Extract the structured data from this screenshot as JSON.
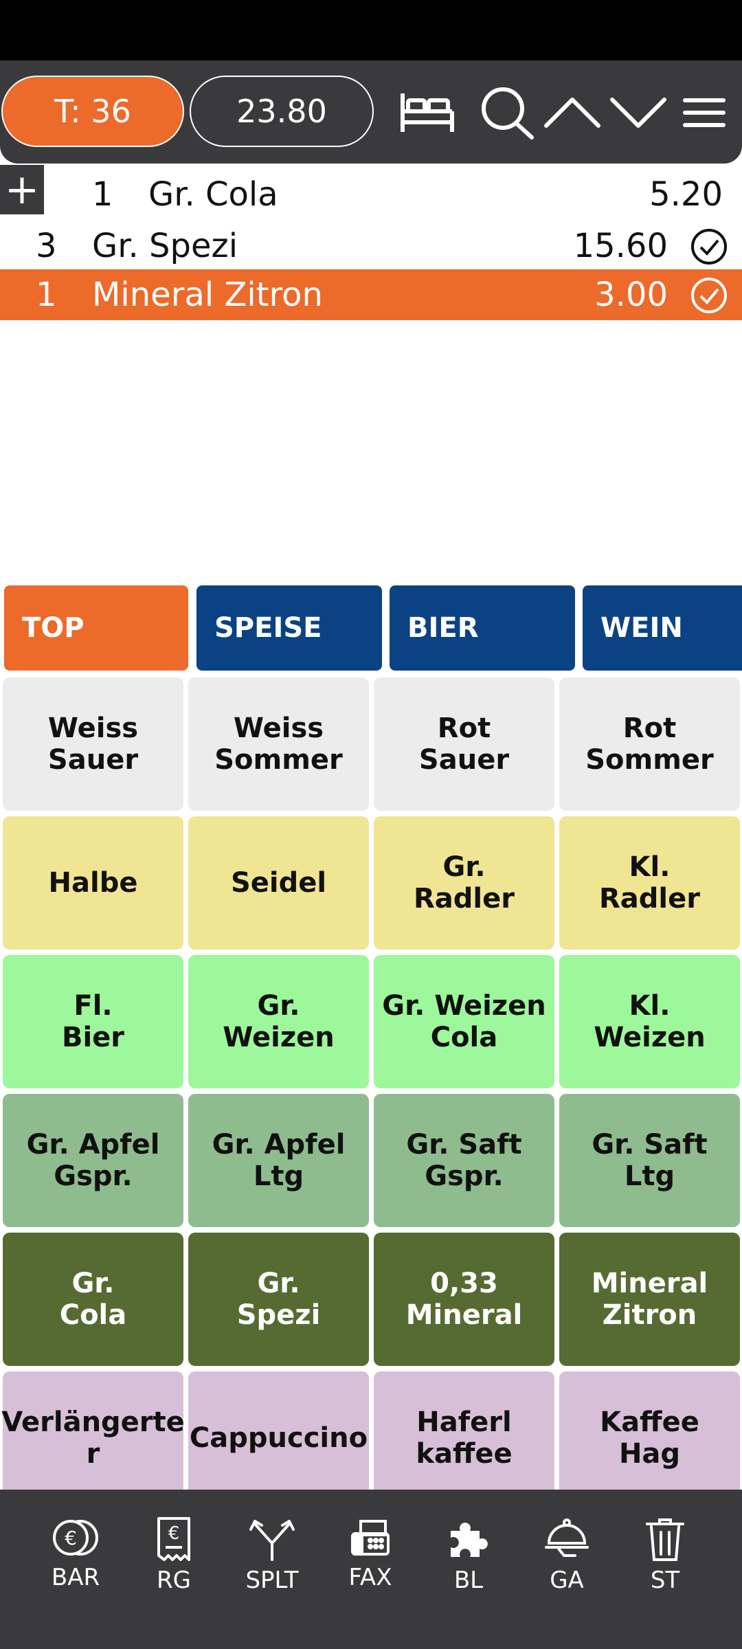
{
  "header": {
    "table_label": "T: 36",
    "total": "23.80"
  },
  "order": {
    "rows": [
      {
        "qty": "1",
        "name": "Gr. Cola",
        "price": "5.20",
        "confirmed": false,
        "selected": false
      },
      {
        "qty": "3",
        "name": "Gr. Spezi",
        "price": "15.60",
        "confirmed": true,
        "selected": false
      },
      {
        "qty": "1",
        "name": "Mineral Zitron",
        "price": "3.00",
        "confirmed": true,
        "selected": true
      }
    ]
  },
  "categories": [
    {
      "label": "TOP",
      "color": "#ec6a2a",
      "active": true
    },
    {
      "label": "SPEISE",
      "color": "#0b4283",
      "active": false
    },
    {
      "label": "BIER",
      "color": "#0b4283",
      "active": false
    },
    {
      "label": "WEIN",
      "color": "#0b4283",
      "active": false
    }
  ],
  "products": [
    {
      "label": "Weiss\nSauer",
      "color": "#ececec"
    },
    {
      "label": "Weiss\nSommer",
      "color": "#ececec"
    },
    {
      "label": "Rot\nSauer",
      "color": "#ececec"
    },
    {
      "label": "Rot\nSommer",
      "color": "#ececec"
    },
    {
      "label": "Halbe",
      "color": "#f0e593"
    },
    {
      "label": "Seidel",
      "color": "#f0e593"
    },
    {
      "label": "Gr.\nRadler",
      "color": "#f0e593"
    },
    {
      "label": "Kl.\nRadler",
      "color": "#f0e593"
    },
    {
      "label": "Fl.\nBier",
      "color": "#9cf89a"
    },
    {
      "label": "Gr.\nWeizen",
      "color": "#9cf89a"
    },
    {
      "label": "Gr. Weizen\nCola",
      "color": "#9cf89a"
    },
    {
      "label": "Kl.\nWeizen",
      "color": "#9cf89a"
    },
    {
      "label": "Gr. Apfel\nGspr.",
      "color": "#8fbc8f"
    },
    {
      "label": "Gr. Apfel\nLtg",
      "color": "#8fbc8f"
    },
    {
      "label": "Gr. Saft\nGspr.",
      "color": "#8fbc8f"
    },
    {
      "label": "Gr. Saft\nLtg",
      "color": "#8fbc8f"
    },
    {
      "label": "Gr.\nCola",
      "color": "#566b31",
      "light": true
    },
    {
      "label": "Gr.\nSpezi",
      "color": "#566b31",
      "light": true
    },
    {
      "label": "0,33\nMineral",
      "color": "#566b31",
      "light": true
    },
    {
      "label": "Mineral\nZitron",
      "color": "#566b31",
      "light": true
    },
    {
      "label": "Verlängerte\nr",
      "color": "#d8bfd8"
    },
    {
      "label": "Cappuccino",
      "color": "#d8bfd8"
    },
    {
      "label": "Haferl\nkaffee",
      "color": "#d8bfd8"
    },
    {
      "label": "Kaffee\nHag",
      "color": "#d8bfd8"
    }
  ],
  "bottom_nav": [
    {
      "label": "BAR",
      "icon": "coins-icon"
    },
    {
      "label": "RG",
      "icon": "receipt-icon"
    },
    {
      "label": "SPLT",
      "icon": "split-icon"
    },
    {
      "label": "FAX",
      "icon": "fax-icon"
    },
    {
      "label": "BL",
      "icon": "puzzle-icon"
    },
    {
      "label": "GA",
      "icon": "serving-cloche-icon"
    },
    {
      "label": "ST",
      "icon": "trash-icon"
    }
  ],
  "colors": {
    "accent": "#ec6a2a",
    "bar": "#3a3a3c",
    "category_blue": "#0b4283"
  }
}
